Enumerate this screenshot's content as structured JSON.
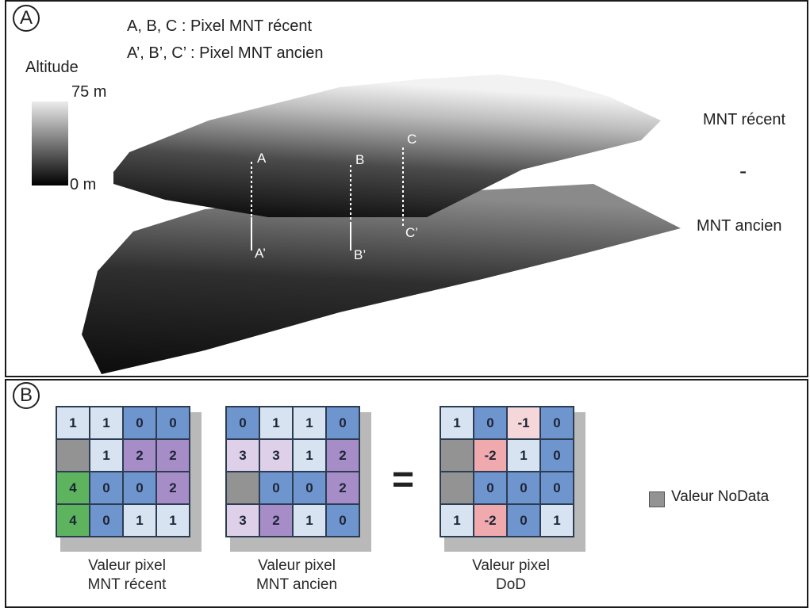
{
  "colors": {
    "v0": "#6f95cf",
    "v1": "#d7e3f0",
    "v2": "#a68dc7",
    "v3": "#ddd0e8",
    "v4": "#5eb45e",
    "nodata": "#939393",
    "neg1": "#f5d7da",
    "neg2": "#f0a9ad"
  },
  "panel_a": {
    "letter": "A",
    "legend_line1": "A, B, C : Pixel MNT récent",
    "legend_line2": "A’, B’, C’ : Pixel MNT ancien",
    "altitude_label": "Altitude",
    "altitude_max": "75 m",
    "altitude_min": "0 m",
    "label_recent": "MNT récent",
    "label_minus": "-",
    "label_ancien": "MNT ancien",
    "points": [
      "A",
      "B",
      "C",
      "A’",
      "B’",
      "C’"
    ]
  },
  "panel_b": {
    "letter": "B",
    "equals": "=",
    "grid_recent": {
      "caption_line1": "Valeur pixel",
      "caption_line2": "MNT récent",
      "cells": [
        [
          "1",
          "1",
          "0",
          "0"
        ],
        [
          "",
          "1",
          "2",
          "2"
        ],
        [
          "4",
          "0",
          "0",
          "2"
        ],
        [
          "4",
          "0",
          "1",
          "1"
        ]
      ],
      "colors": [
        [
          "v1",
          "v1",
          "v0",
          "v0"
        ],
        [
          "nodata",
          "v1",
          "v2",
          "v2"
        ],
        [
          "v4",
          "v0",
          "v0",
          "v2"
        ],
        [
          "v4",
          "v0",
          "v1",
          "v1"
        ]
      ]
    },
    "grid_ancien": {
      "caption_line1": "Valeur pixel",
      "caption_line2": "MNT ancien",
      "cells": [
        [
          "0",
          "1",
          "1",
          "0"
        ],
        [
          "3",
          "3",
          "1",
          "2"
        ],
        [
          "",
          "0",
          "0",
          "2"
        ],
        [
          "3",
          "2",
          "1",
          "0"
        ]
      ],
      "colors": [
        [
          "v0",
          "v1",
          "v1",
          "v0"
        ],
        [
          "v3",
          "v3",
          "v1",
          "v2"
        ],
        [
          "nodata",
          "v0",
          "v0",
          "v2"
        ],
        [
          "v3",
          "v2",
          "v1",
          "v0"
        ]
      ]
    },
    "grid_dod": {
      "caption_line1": "Valeur pixel",
      "caption_line2": "DoD",
      "cells": [
        [
          "1",
          "0",
          "-1",
          "0"
        ],
        [
          "",
          "-2",
          "1",
          "0"
        ],
        [
          "",
          "0",
          "0",
          "0"
        ],
        [
          "1",
          "-2",
          "0",
          "1"
        ]
      ],
      "colors": [
        [
          "v1",
          "v0",
          "neg1",
          "v0"
        ],
        [
          "nodata",
          "neg2",
          "v1",
          "v0"
        ],
        [
          "nodata",
          "v0",
          "v0",
          "v0"
        ],
        [
          "v1",
          "neg2",
          "v0",
          "v1"
        ]
      ]
    },
    "legend_nodata": "Valeur NoData"
  }
}
